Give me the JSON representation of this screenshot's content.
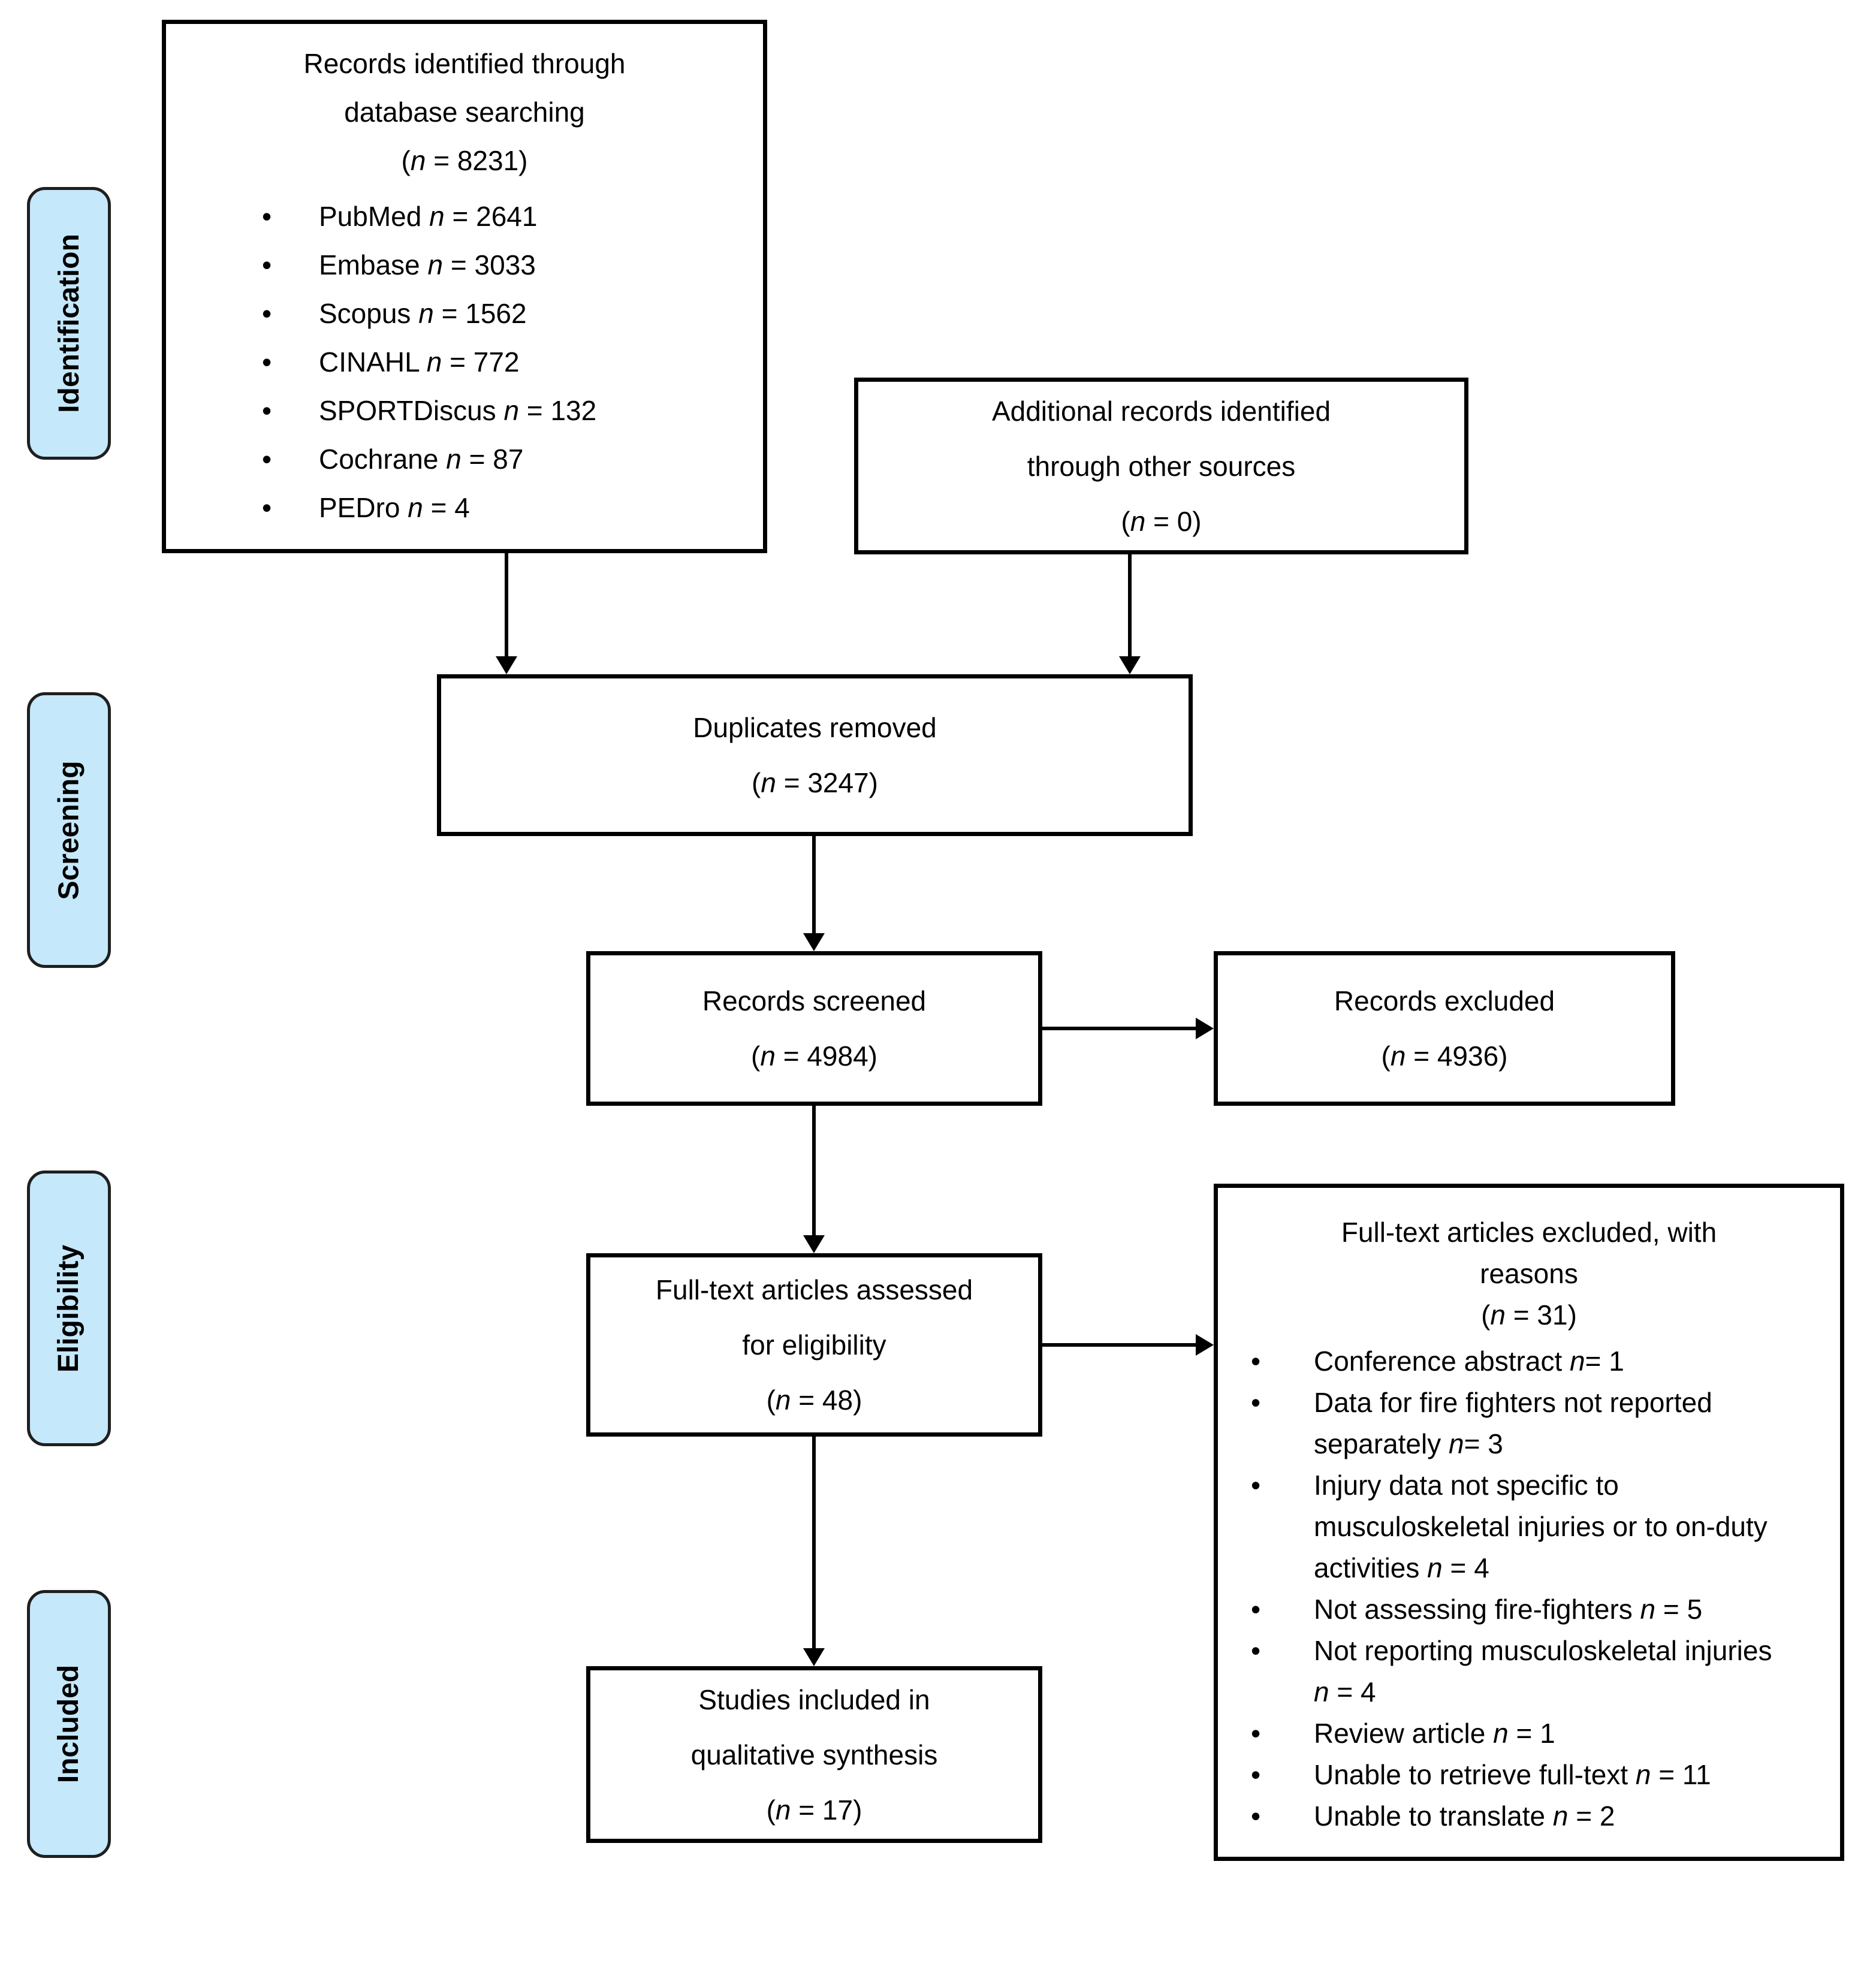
{
  "palette": {
    "background": "#ffffff",
    "text_color": "#000000",
    "box_border": "#000000",
    "side_label_fill": "#c5e8fa",
    "side_label_border": "#1f1f1f"
  },
  "side_labels": {
    "identification": "Identification",
    "screening": "Screening",
    "eligibility": "Eligibility",
    "included": "Included"
  },
  "boxes": {
    "records_identified": {
      "title": [
        [
          {
            "t": "Records identified through"
          }
        ],
        [
          {
            "t": "database searching"
          }
        ],
        [
          {
            "t": "("
          },
          {
            "t": "n",
            "i": 1
          },
          {
            "t": " = 8231)"
          }
        ]
      ],
      "bullets": [
        [
          {
            "t": "PubMed "
          },
          {
            "t": "n",
            "i": 1
          },
          {
            "t": " = 2641"
          }
        ],
        [
          {
            "t": "Embase "
          },
          {
            "t": "n",
            "i": 1
          },
          {
            "t": " = 3033"
          }
        ],
        [
          {
            "t": "Scopus "
          },
          {
            "t": "n",
            "i": 1
          },
          {
            "t": " = 1562"
          }
        ],
        [
          {
            "t": "CINAHL "
          },
          {
            "t": "n",
            "i": 1
          },
          {
            "t": " = 772"
          }
        ],
        [
          {
            "t": "SPORTDiscus "
          },
          {
            "t": "n",
            "i": 1
          },
          {
            "t": " = 132"
          }
        ],
        [
          {
            "t": "Cochrane "
          },
          {
            "t": "n",
            "i": 1
          },
          {
            "t": " = 87"
          }
        ],
        [
          {
            "t": "PEDro "
          },
          {
            "t": "n",
            "i": 1
          },
          {
            "t": " = 4"
          }
        ]
      ]
    },
    "additional_records": {
      "title": [
        [
          {
            "t": "Additional records identified"
          }
        ],
        [
          {
            "t": "through other sources"
          }
        ],
        [
          {
            "t": "("
          },
          {
            "t": "n",
            "i": 1
          },
          {
            "t": " = 0)"
          }
        ]
      ]
    },
    "duplicates_removed": {
      "title": [
        [
          {
            "t": "Duplicates removed"
          }
        ],
        [
          {
            "t": "("
          },
          {
            "t": "n",
            "i": 1
          },
          {
            "t": " = 3247)"
          }
        ]
      ]
    },
    "records_screened": {
      "title": [
        [
          {
            "t": "Records screened"
          }
        ],
        [
          {
            "t": "("
          },
          {
            "t": "n",
            "i": 1
          },
          {
            "t": " = 4984)"
          }
        ]
      ]
    },
    "records_excluded": {
      "title": [
        [
          {
            "t": "Records excluded"
          }
        ],
        [
          {
            "t": "("
          },
          {
            "t": "n",
            "i": 1
          },
          {
            "t": " = 4936)"
          }
        ]
      ]
    },
    "fulltext_assessed": {
      "title": [
        [
          {
            "t": "Full-text articles assessed"
          }
        ],
        [
          {
            "t": "for eligibility"
          }
        ],
        [
          {
            "t": "("
          },
          {
            "t": "n",
            "i": 1
          },
          {
            "t": " = 48)"
          }
        ]
      ]
    },
    "fulltext_excluded": {
      "title": [
        [
          {
            "t": "Full-text articles excluded, with"
          }
        ],
        [
          {
            "t": "reasons"
          }
        ],
        [
          {
            "t": "("
          },
          {
            "t": "n",
            "i": 1
          },
          {
            "t": " = 31)"
          }
        ]
      ],
      "bullets": [
        [
          {
            "t": "Conference abstract "
          },
          {
            "t": "n",
            "i": 1
          },
          {
            "t": "= 1"
          }
        ],
        [
          {
            "t": "Data for fire fighters not reported separately "
          },
          {
            "t": "n",
            "i": 1
          },
          {
            "t": "= 3"
          }
        ],
        [
          {
            "t": "Injury data not specific to musculoskeletal injuries or to on-duty activities "
          },
          {
            "t": "n",
            "i": 1
          },
          {
            "t": " = 4"
          }
        ],
        [
          {
            "t": "Not assessing fire-fighters "
          },
          {
            "t": "n",
            "i": 1
          },
          {
            "t": " = 5"
          }
        ],
        [
          {
            "t": "Not reporting musculoskeletal injuries "
          },
          {
            "t": "n",
            "i": 1
          },
          {
            "t": " = 4"
          }
        ],
        [
          {
            "t": "Review article "
          },
          {
            "t": "n",
            "i": 1
          },
          {
            "t": " = 1"
          }
        ],
        [
          {
            "t": "Unable to retrieve full-text "
          },
          {
            "t": "n",
            "i": 1
          },
          {
            "t": " = 11"
          }
        ],
        [
          {
            "t": "Unable to translate "
          },
          {
            "t": "n",
            "i": 1
          },
          {
            "t": " = 2"
          }
        ]
      ]
    },
    "studies_included": {
      "title": [
        [
          {
            "t": "Studies included in"
          }
        ],
        [
          {
            "t": "qualitative synthesis"
          }
        ],
        [
          {
            "t": "("
          },
          {
            "t": "n",
            "i": 1
          },
          {
            "t": " = 17)"
          }
        ]
      ]
    }
  }
}
